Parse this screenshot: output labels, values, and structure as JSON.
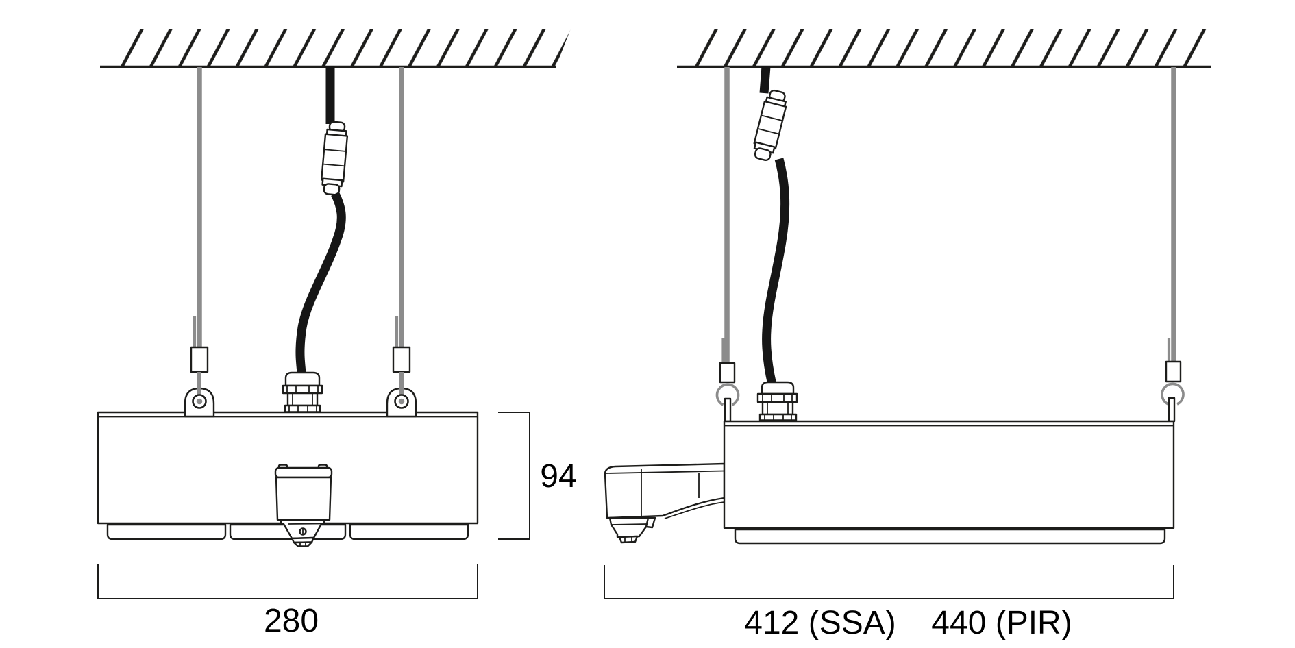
{
  "drawing": {
    "colors": {
      "line": "#1d1d1b",
      "suspension_wire": "#8c8c8c",
      "power_cable": "#161616",
      "background": "#ffffff"
    },
    "views": {
      "end_view": {
        "width_label": "280",
        "height_label": "94"
      },
      "side_view": {
        "length_label_ssa": "412 (SSA)",
        "length_label_pir": "440 (PIR)"
      }
    }
  }
}
